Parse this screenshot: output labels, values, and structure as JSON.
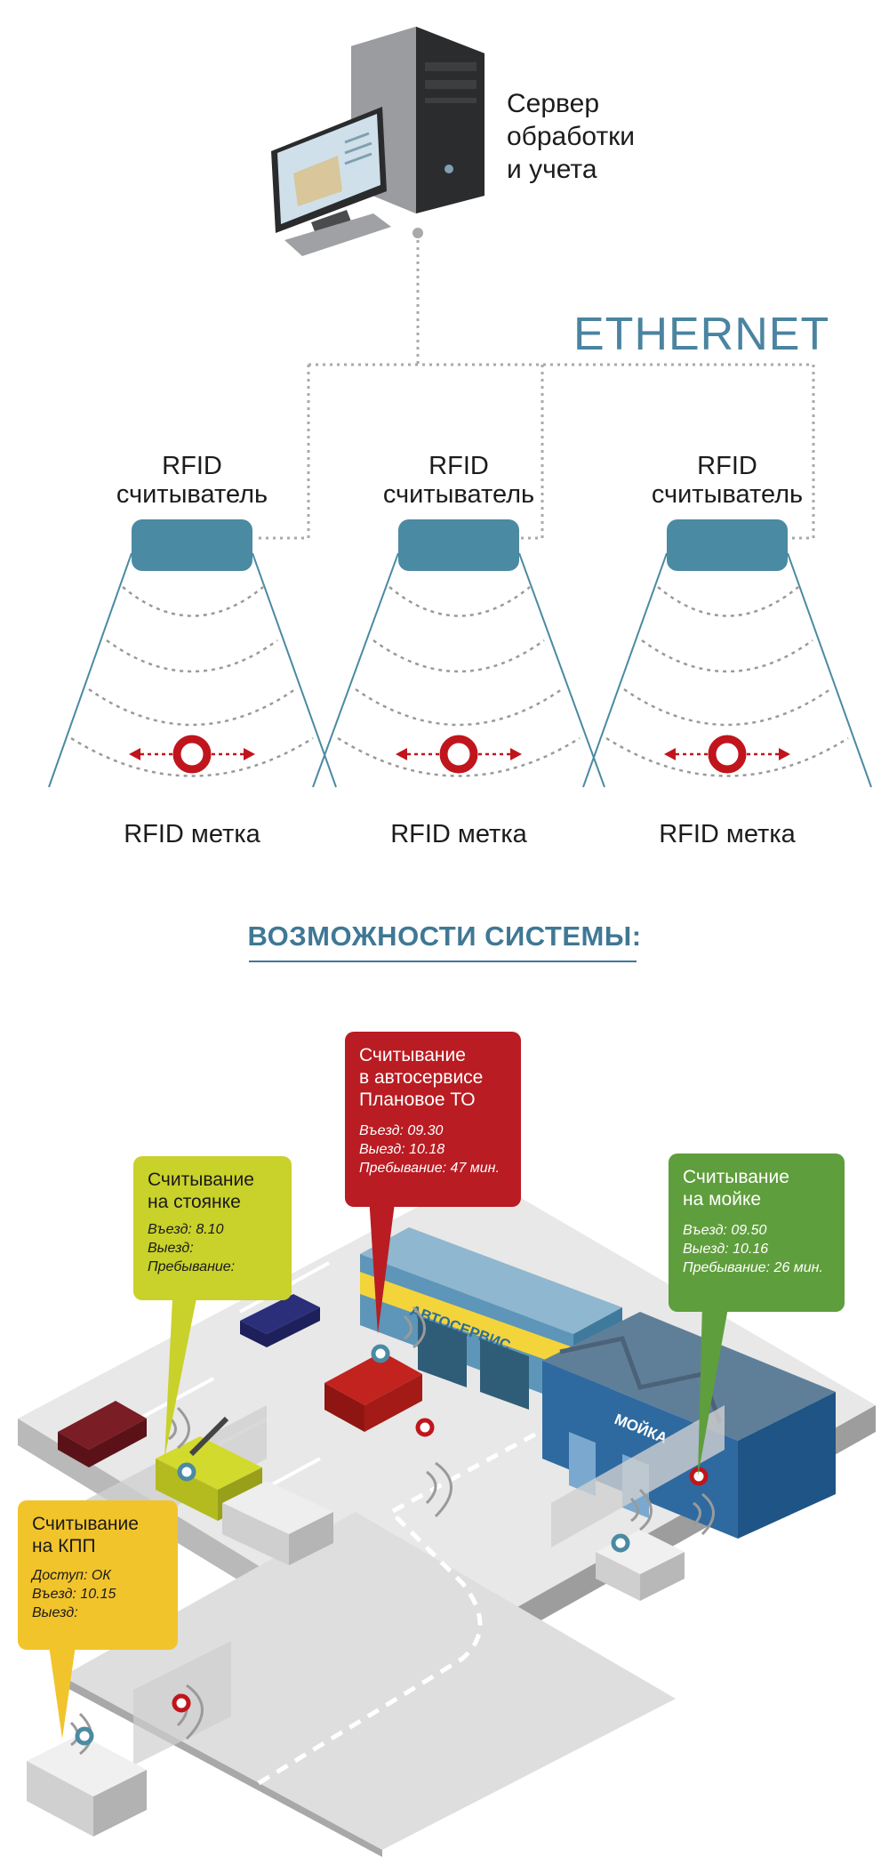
{
  "server": {
    "label_lines": [
      "Сервер",
      "обработки",
      "и учета"
    ]
  },
  "network": {
    "label": "ETHERNET"
  },
  "readers": [
    {
      "title": [
        "RFID",
        "считыватель"
      ],
      "tag_label": "RFID метка"
    },
    {
      "title": [
        "RFID",
        "считыватель"
      ],
      "tag_label": "RFID метка"
    },
    {
      "title": [
        "RFID",
        "считыватель"
      ],
      "tag_label": "RFID метка"
    }
  ],
  "features": {
    "heading": "ВОЗМОЖНОСТИ СИСТЕМЫ:"
  },
  "callouts": {
    "service": {
      "title": [
        "Считывание",
        "в автосервисе",
        "Плановое ТО"
      ],
      "lines": [
        "Въезд: 09.30",
        "Выезд: 10.18",
        "Пребывание: 47 мин."
      ],
      "color": "#b91c22"
    },
    "parking": {
      "title": [
        "Считывание",
        "на стоянке"
      ],
      "lines": [
        "Въезд: 8.10",
        "Выезд:",
        "Пребывание:"
      ],
      "color": "#c9d12b"
    },
    "wash": {
      "title": [
        "Считывание",
        "на мойке"
      ],
      "lines": [
        "Въезд: 09.50",
        "Выезд: 10.16",
        "Пребывание: 26 мин."
      ],
      "color": "#5f9e3c"
    },
    "checkpoint": {
      "title": [
        "Считывание",
        "на КПП"
      ],
      "lines": [
        "Доступ: ОК",
        "Въезд: 10.15",
        "Выезд:"
      ],
      "color": "#f2c42c"
    }
  },
  "buildings": {
    "service_sign": "АВТОСЕРВИС",
    "wash_sign": "МОЙКА"
  },
  "colors": {
    "reader": "#4b8aa3",
    "tag": "#c0151c",
    "accent": "#3f7895",
    "ethernet": "#4a84a0"
  }
}
